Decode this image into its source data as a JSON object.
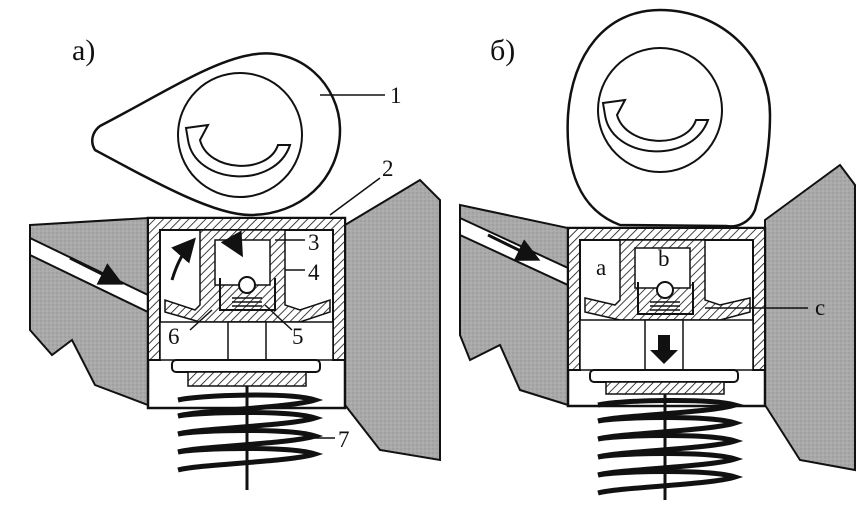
{
  "panels": [
    {
      "id": "a",
      "title": "а)",
      "labels": [
        "1",
        "2",
        "3",
        "4",
        "5",
        "6",
        "7"
      ]
    },
    {
      "id": "b",
      "title": "б)",
      "labels": [
        "a",
        "b",
        "c"
      ]
    }
  ],
  "colors": {
    "ink": "#111111",
    "engine_body": "#a9a9a9",
    "paper": "#ffffff"
  },
  "icons": [
    "rotation-arrow-icon",
    "oil-flow-arrow-icon",
    "down-arrow-icon"
  ]
}
